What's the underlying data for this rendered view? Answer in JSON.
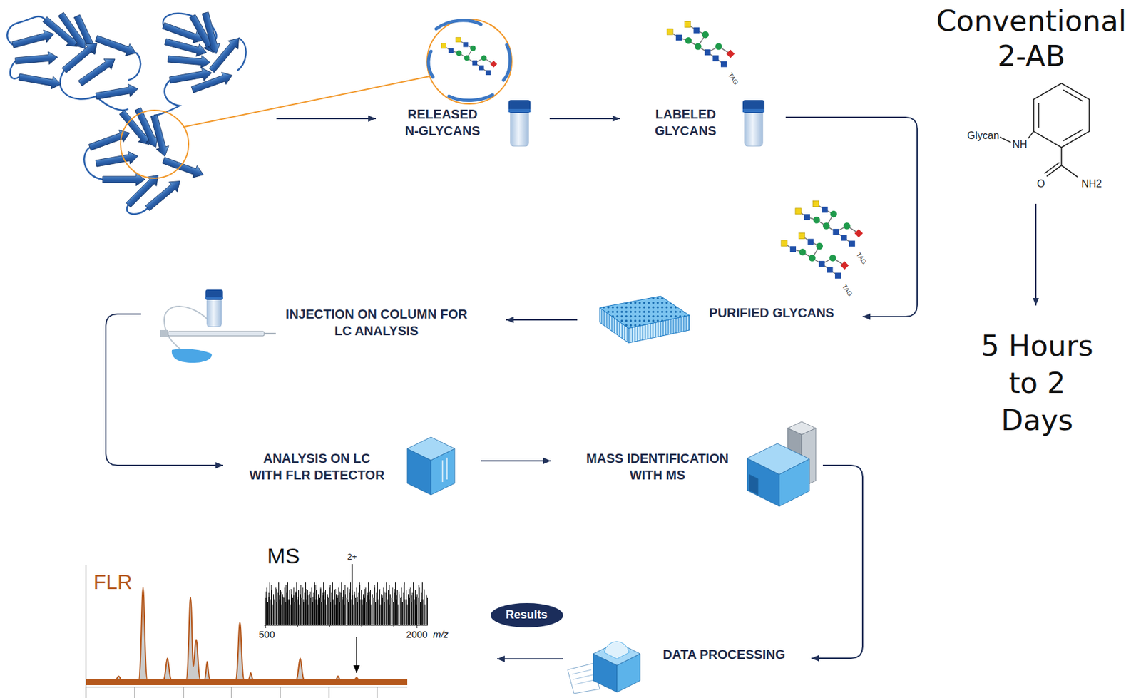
{
  "diagram": {
    "nodes": [
      {
        "text": [
          "RELEASED N-GLYCANS"
        ]
      },
      {
        "text": [
          "LABELED GLYCANS"
        ]
      },
      {
        "text": [
          "PURIFIED GLYCANS"
        ]
      },
      {
        "text": [
          "INJECTION ON COLUMN FOR LC ANALYSIS"
        ]
      },
      {
        "text": [
          "ANALYSIS ON LC WITH FLR DETECTOR"
        ]
      },
      {
        "text": [
          "MASS IDENTIFICATION WITH MS"
        ]
      },
      {
        "text": [
          "DATA PROCESSING"
        ]
      },
      {
        "text": [
          "Results"
        ]
      },
      {
        "text": [
          "Conventional 2-AB"
        ]
      },
      {
        "text": [
          "5 Hours to 2 Days"
        ]
      }
    ],
    "edges": [
      {
        "from": 0,
        "to": 1,
        "arrow": "to"
      },
      {
        "from": 1,
        "to": 2,
        "arrow": "to"
      },
      {
        "from": 2,
        "to": 3,
        "arrow": "to"
      },
      {
        "from": 3,
        "to": 4,
        "arrow": "to"
      },
      {
        "from": 4,
        "to": 5,
        "arrow": "to"
      },
      {
        "from": 5,
        "to": 6,
        "arrow": "to"
      },
      {
        "from": 8,
        "to": 9,
        "arrow": "to"
      }
    ],
    "labels": [
      "TAG",
      "TAG",
      "TAG",
      "Glycan",
      "NH",
      "O",
      "NH2",
      "FLR",
      "MS",
      "2+",
      "500",
      "2000",
      "m/z"
    ]
  }
}
